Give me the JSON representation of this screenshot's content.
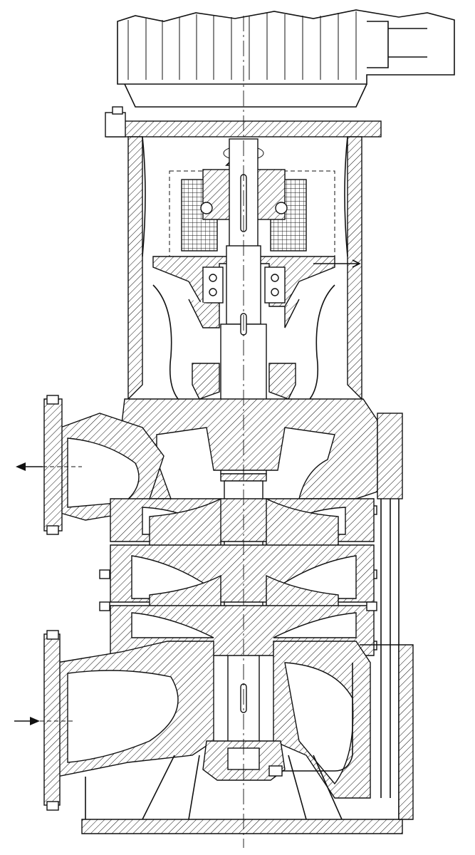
{
  "drawing": {
    "kind": "vertical multistage centrifugal pump sectional view",
    "line_color": "#111111",
    "background": "#ffffff",
    "flow_arrows": [
      "outlet-arrow-left",
      "inlet-arrow-right"
    ]
  }
}
